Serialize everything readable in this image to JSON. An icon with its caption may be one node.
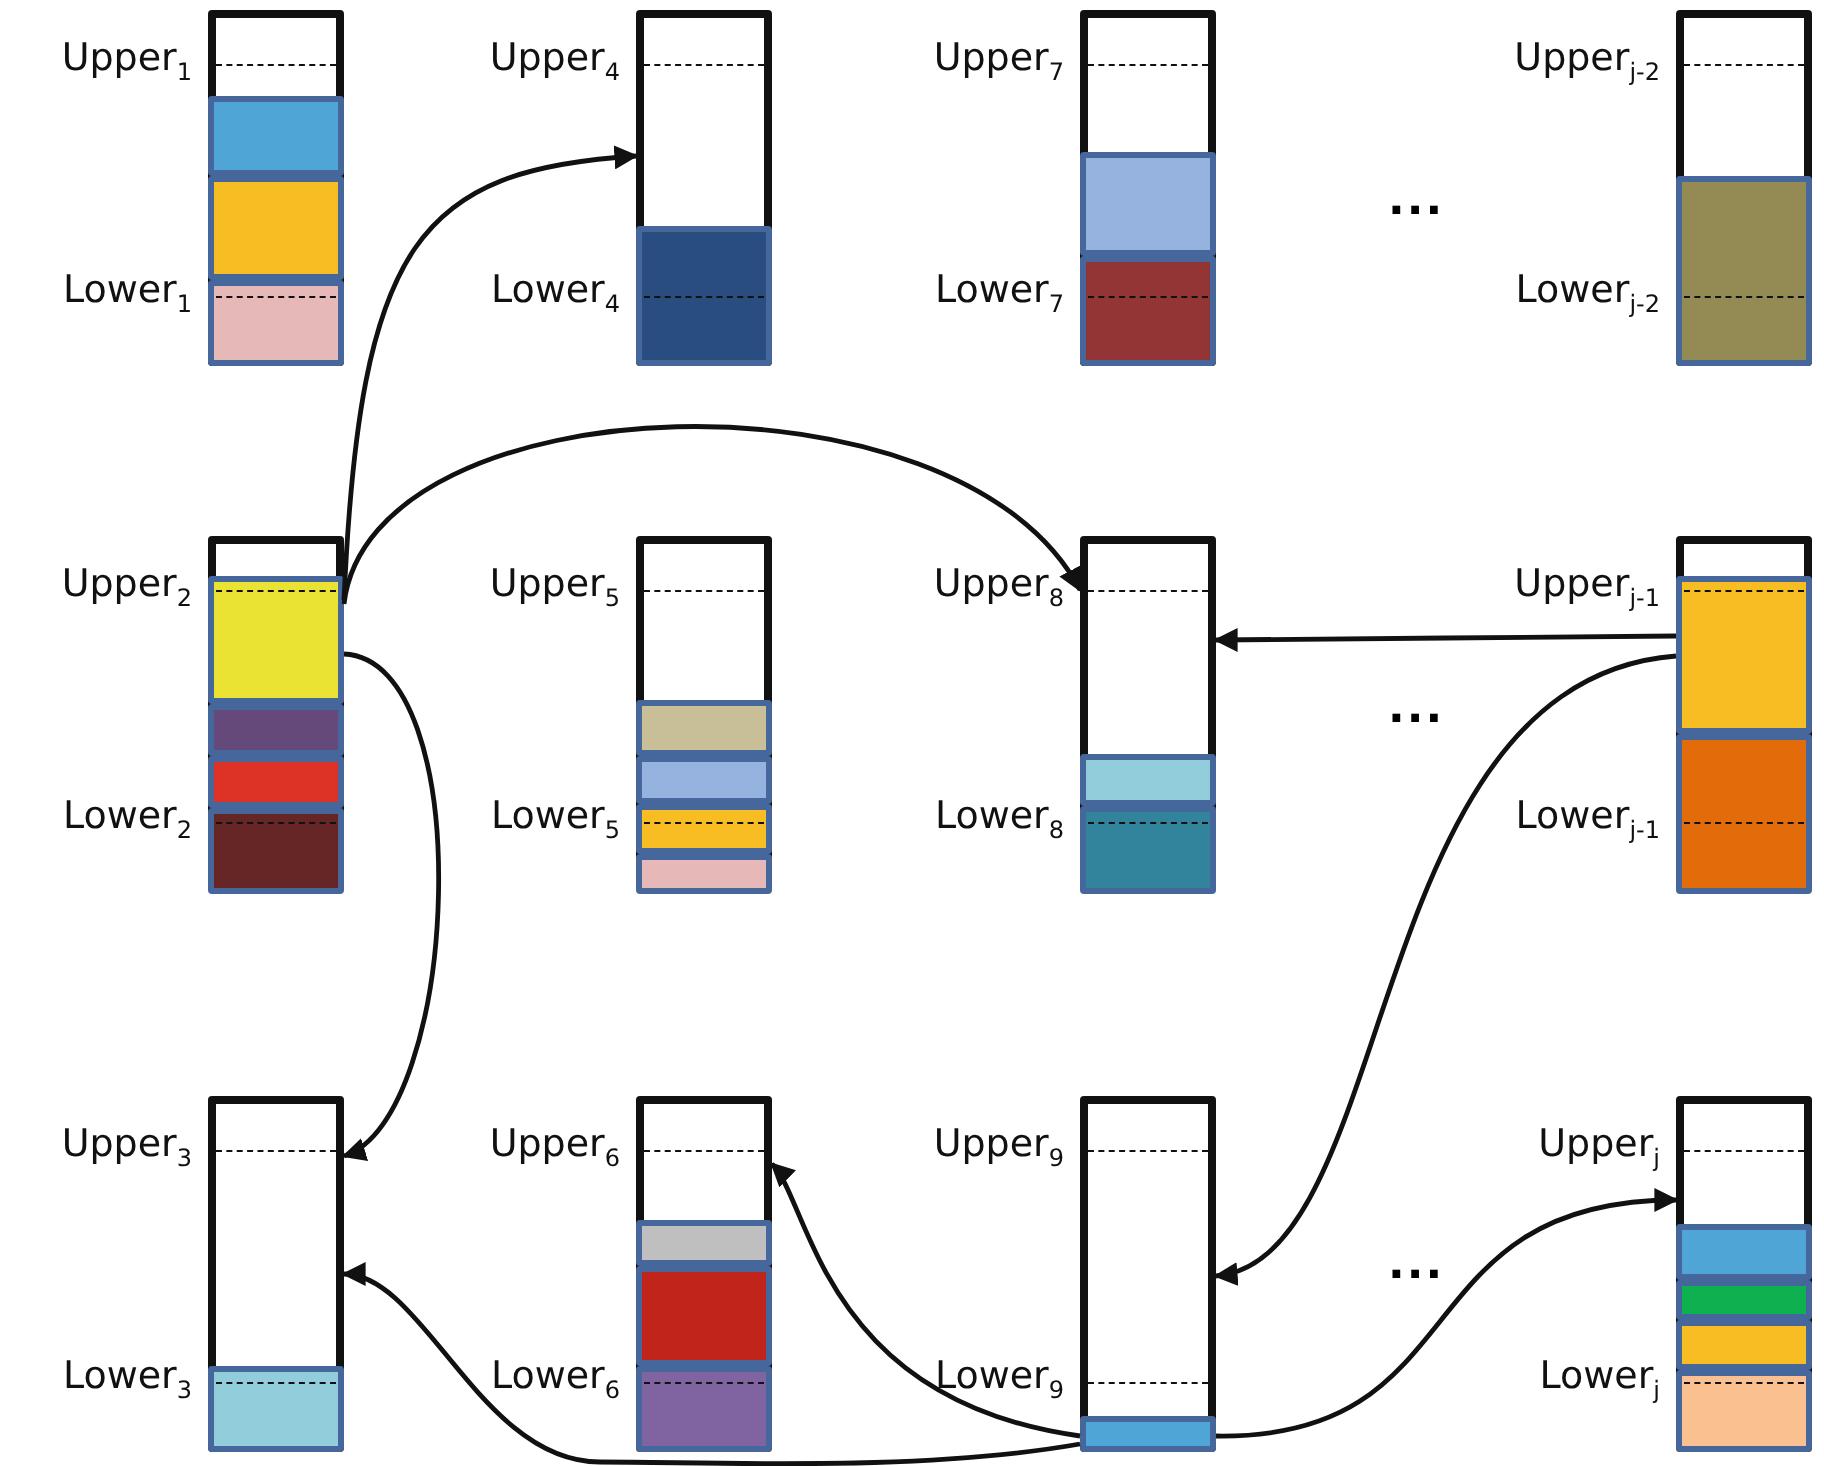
{
  "diagram": {
    "nodes": [
      {
        "text": [],
        "shape": "box",
        "beside": [
          "Upper$_{1}$",
          "Lower$_{1}$"
        ]
      },
      {
        "text": [],
        "shape": "box",
        "in": 0
      },
      {
        "text": [],
        "shape": "box",
        "in": 0
      },
      {
        "text": [],
        "shape": "box",
        "in": 0
      },
      {
        "text": [],
        "shape": "box",
        "beside": [
          "Upper$_{4}$",
          "Lower$_{4}$"
        ]
      },
      {
        "text": [],
        "shape": "box",
        "in": 4
      },
      {
        "text": [],
        "shape": "box",
        "beside": [
          "Upper$_{7}$",
          "Lower$_{7}$"
        ]
      },
      {
        "text": [],
        "shape": "box",
        "in": 6
      },
      {
        "text": [],
        "shape": "box",
        "in": 6
      },
      {
        "text": [],
        "shape": "box",
        "beside": [
          "Upper$_{j-2}$",
          "Lower$_{j-2}$"
        ]
      },
      {
        "text": [],
        "shape": "box",
        "in": 9
      },
      {
        "text": [],
        "shape": "box",
        "beside": [
          "Upper$_{2}$",
          "Lower$_{2}$"
        ]
      },
      {
        "text": [],
        "shape": "box",
        "in": 11
      },
      {
        "text": [],
        "shape": "box",
        "in": 11
      },
      {
        "text": [],
        "shape": "box",
        "in": 11
      },
      {
        "text": [],
        "shape": "box",
        "in": 11
      },
      {
        "text": [],
        "shape": "box",
        "beside": [
          "Upper$_{5}$",
          "Lower$_{5}$"
        ]
      },
      {
        "text": [],
        "shape": "box",
        "in": 16
      },
      {
        "text": [],
        "shape": "box",
        "in": 16
      },
      {
        "text": [],
        "shape": "box",
        "in": 16
      },
      {
        "text": [],
        "shape": "box",
        "in": 16
      },
      {
        "text": [],
        "shape": "box",
        "beside": [
          "Upper$_{8}$",
          "Lower$_{8}$"
        ]
      },
      {
        "text": [],
        "shape": "box",
        "in": 21
      },
      {
        "text": [],
        "shape": "box",
        "in": 21
      },
      {
        "text": [],
        "shape": "box",
        "beside": [
          "Upper$_{j-1}$",
          "Lower$_{j-1}$"
        ]
      },
      {
        "text": [],
        "shape": "box",
        "in": 24
      },
      {
        "text": [],
        "shape": "box",
        "in": 24
      },
      {
        "text": [],
        "shape": "box",
        "beside": [
          "Upper$_{3}$",
          "Lower$_{3}$"
        ]
      },
      {
        "text": [],
        "shape": "box",
        "in": 27
      },
      {
        "text": [],
        "shape": "box",
        "beside": [
          "Upper$_{6}$",
          "Lower$_{6}$"
        ]
      },
      {
        "text": [],
        "shape": "box",
        "in": 29
      },
      {
        "text": [],
        "shape": "box",
        "in": 29
      },
      {
        "text": [],
        "shape": "box",
        "in": 29
      },
      {
        "text": [],
        "shape": "box",
        "beside": [
          "Upper$_{9}$",
          "Lower$_{9}$"
        ]
      },
      {
        "text": [],
        "shape": "box",
        "in": 33
      },
      {
        "text": [],
        "shape": "box",
        "beside": [
          "Upper$_{j}$",
          "Lower$_{j}$"
        ]
      },
      {
        "text": [],
        "shape": "box",
        "in": 35
      },
      {
        "text": [],
        "shape": "box",
        "in": 35
      },
      {
        "text": [],
        "shape": "box",
        "in": 35
      },
      {
        "text": [],
        "shape": "box",
        "in": 35
      }
    ],
    "edges": [
      {
        "from": 12,
        "to": 4,
        "arrow": "to"
      },
      {
        "from": 12,
        "to": 21,
        "arrow": "to"
      },
      {
        "from": 12,
        "to": 27,
        "arrow": "to"
      },
      {
        "from": 25,
        "to": 21,
        "arrow": "to"
      },
      {
        "from": 25,
        "to": 33,
        "arrow": "to"
      },
      {
        "from": 34,
        "to": 27,
        "arrow": "to"
      },
      {
        "from": 34,
        "to": 29,
        "arrow": "to"
      },
      {
        "from": 34,
        "to": 35,
        "arrow": "to"
      }
    ],
    "labels": [
      "...",
      "...",
      "..."
    ]
  }
}
